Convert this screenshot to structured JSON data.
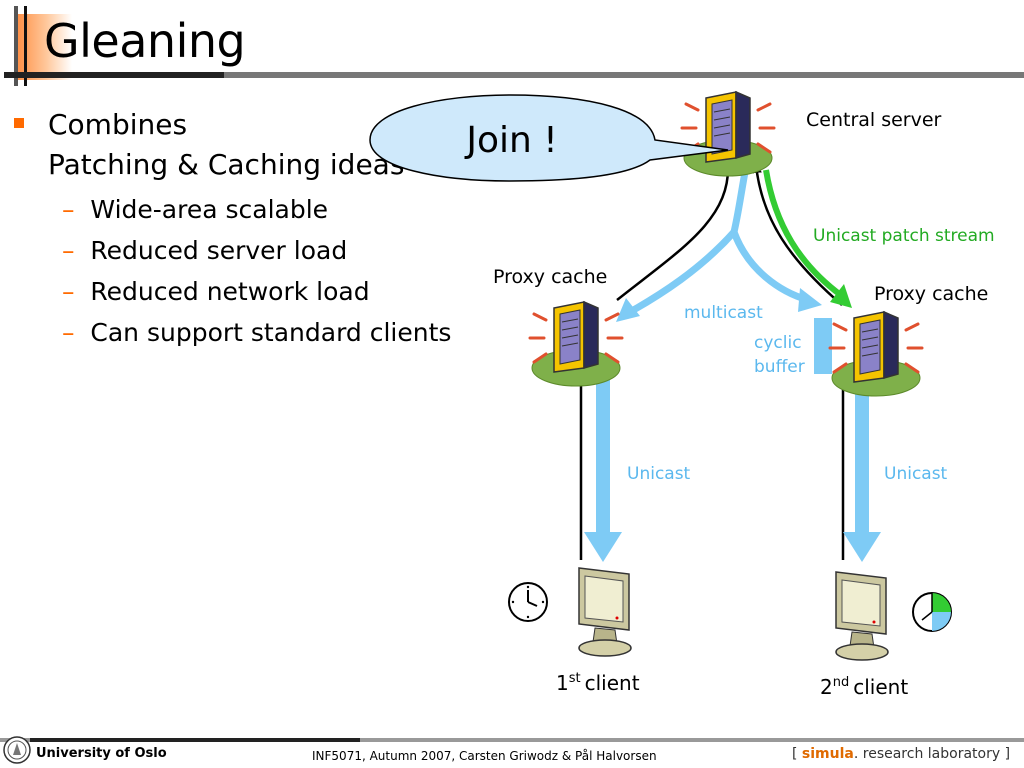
{
  "slide": {
    "title": "Gleaning",
    "bullets": [
      {
        "line1": "Combines",
        "line2": "Patching & Caching ideas"
      }
    ],
    "sub_bullets": [
      "Wide-area scalable",
      "Reduced server load",
      "Reduced network load",
      "Can support standard clients"
    ],
    "dash": "–"
  },
  "diagram": {
    "callout": "Join !",
    "central_server": "Central server",
    "unicast_patch_stream": "Unicast patch stream",
    "proxy_cache_left": "Proxy cache",
    "proxy_cache_right": "Proxy cache",
    "multicast": "multicast",
    "cyclic": "cyclic",
    "buffer": "buffer",
    "unicast_left": "Unicast",
    "unicast_right": "Unicast",
    "client1_num": "1",
    "client1_sup": "st",
    "client1_label": "client",
    "client2_num": "2",
    "client2_sup": "nd",
    "client2_label": "client"
  },
  "footer": {
    "university": "University of Oslo",
    "course": "INF5071,  Autumn 2007,  Carsten Griwodz & Pål Halvorsen",
    "simula_open": "[",
    "simula_name": "simula",
    "simula_rest": ". research laboratory",
    "simula_close": "]"
  },
  "colors": {
    "accent_orange": "#ff6a00",
    "light_blue": "#7ecbf5",
    "green": "#33cc33",
    "callout_fill": "#cfe9fb"
  },
  "icons": [
    "server-icon",
    "client-monitor-icon",
    "clock-icon",
    "pie-clock-icon",
    "university-seal-icon"
  ]
}
